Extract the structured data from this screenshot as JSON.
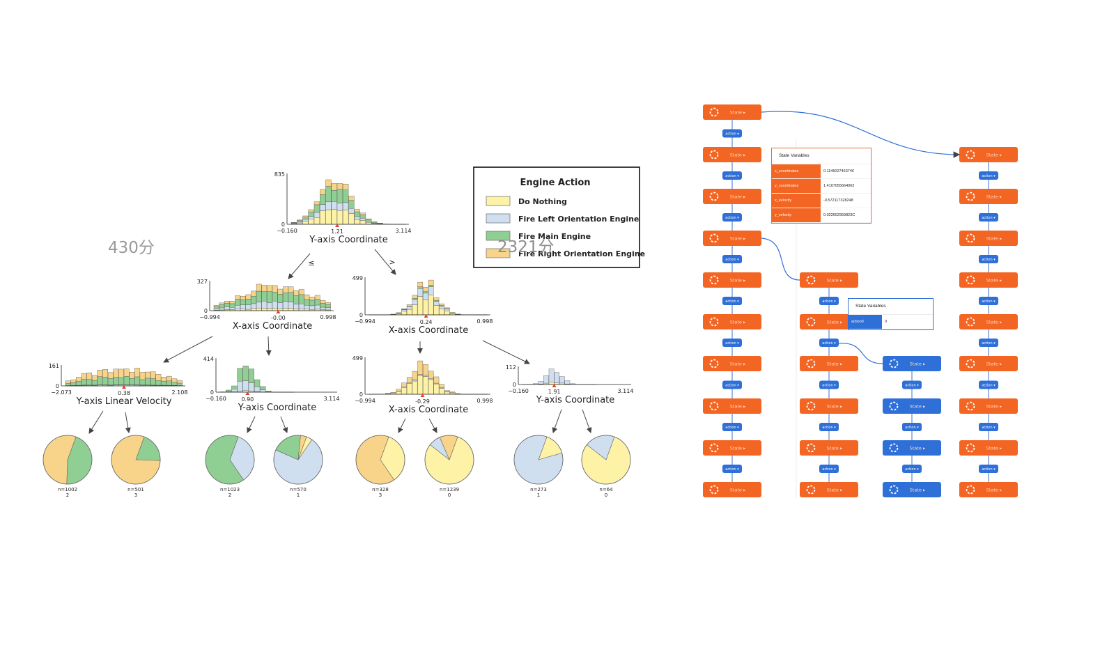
{
  "watermarks": [
    "430分",
    "2321分"
  ],
  "legend": {
    "title": "Engine Action",
    "items": [
      {
        "label": "Do Nothing",
        "color": "#fdf2a6"
      },
      {
        "label": "Fire Left Orientation Engine",
        "color": "#cfdff0"
      },
      {
        "label": "Fire Main Engine",
        "color": "#8fcf93"
      },
      {
        "label": "Fire Right Orientation Engine",
        "color": "#f8d48a"
      }
    ]
  },
  "splits": {
    "le": "≤",
    "gt": ">"
  },
  "tree_nodes": [
    {
      "id": "root",
      "xlabel": "Y-axis Coordinate",
      "ymax": "835",
      "ymin": "0",
      "xmin": "−0.160",
      "xmax": "3.114",
      "split": "1.21"
    },
    {
      "id": "l",
      "xlabel": "X-axis Coordinate",
      "ymax": "327",
      "ymin": "0",
      "xmin": "−0.994",
      "xmax": "0.998",
      "split": "-0.00"
    },
    {
      "id": "r",
      "xlabel": "X-axis Coordinate",
      "ymax": "499",
      "ymin": "0",
      "xmin": "−0.994",
      "xmax": "0.998",
      "split": "0.24"
    },
    {
      "id": "ll",
      "xlabel": "Y-axis Linear Velocity",
      "ymax": "161",
      "ymin": "0",
      "xmin": "−2.073",
      "xmax": "2.108",
      "split": "0.38"
    },
    {
      "id": "lr",
      "xlabel": "Y-axis Coordinate",
      "ymax": "414",
      "ymin": "0",
      "xmin": "−0.160",
      "xmax": "3.114",
      "split": "0.90"
    },
    {
      "id": "rl",
      "xlabel": "X-axis Coordinate",
      "ymax": "499",
      "ymin": "0",
      "xmin": "−0.994",
      "xmax": "0.998",
      "split": "-0.29"
    },
    {
      "id": "rr",
      "xlabel": "Y-axis Coordinate",
      "ymax": "112",
      "ymin": "0",
      "xmin": "−0.160",
      "xmax": "3.114",
      "split": "1.91"
    }
  ],
  "leaves": [
    {
      "n": "n=1002",
      "cls": "2",
      "fracs": [
        0,
        0,
        0.45,
        0.55
      ]
    },
    {
      "n": "n=501",
      "cls": "3",
      "fracs": [
        0,
        0,
        0.2,
        0.8
      ]
    },
    {
      "n": "n=1023",
      "cls": "2",
      "fracs": [
        0,
        0.35,
        0.65,
        0
      ]
    },
    {
      "n": "n=570",
      "cls": "1",
      "fracs": [
        0.04,
        0.72,
        0.2,
        0.04
      ]
    },
    {
      "n": "n=328",
      "cls": "3",
      "fracs": [
        0.35,
        0,
        0,
        0.65
      ]
    },
    {
      "n": "n=1239",
      "cls": "0",
      "fracs": [
        0.8,
        0.08,
        0,
        0.12
      ]
    },
    {
      "n": "n=273",
      "cls": "1",
      "fracs": [
        0.15,
        0.85,
        0,
        0
      ]
    },
    {
      "n": "n=64",
      "cls": "0",
      "fracs": [
        0.8,
        0.2,
        0,
        0
      ]
    }
  ],
  "flow": {
    "state_label": "State ▸",
    "action_label": "action ▾",
    "colors": {
      "orange": "#f26522",
      "blue": "#2f6fd8"
    }
  },
  "state_panel_1": {
    "title": "State Variables",
    "rows": [
      {
        "key": "x_coordinates",
        "value": "0.114502746374€"
      },
      {
        "key": "y_coordinates",
        "value": "1.4107055664062"
      },
      {
        "key": "x_velocity",
        "value": "-0.572117328248"
      },
      {
        "key": "y_velocity",
        "value": "0.022652959823C"
      }
    ]
  },
  "state_panel_2": {
    "title": "State Variables",
    "rows": [
      {
        "key": "action0",
        "value": "0"
      }
    ]
  }
}
